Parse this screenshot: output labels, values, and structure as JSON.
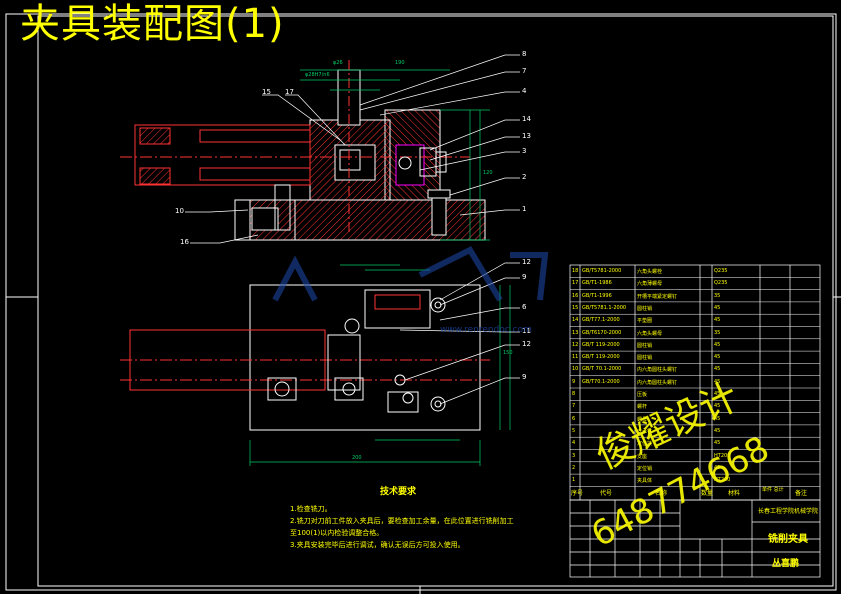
{
  "title": "夹具装配图(1)",
  "technical_requirements": {
    "heading": "技术要求",
    "notes": [
      "1.检查铣刀。",
      "2.铣刀对刀前工件放入夹具后，要检查加工余量，在此位置进行铣削加工",
      "至100(1)以内检验调整合格。",
      "3.夹具安装完毕后进行调试，确认无误后方可投入使用。"
    ]
  },
  "callouts": [
    "8",
    "7",
    "4",
    "14",
    "13",
    "3",
    "2",
    "1",
    "15",
    "17",
    "10",
    "16",
    "12",
    "9",
    "6",
    "11",
    "12",
    "9"
  ],
  "dimensions": [
    "φ28H7/n6",
    "φ26",
    "190",
    "120",
    "200",
    "150"
  ],
  "parts_table": {
    "rows": [
      [
        "18",
        "GB/T5781-2000",
        "六角头螺栓",
        "",
        "Q235",
        ""
      ],
      [
        "17",
        "GB/T1-1986",
        "六角薄螺母",
        "",
        "Q235",
        ""
      ],
      [
        "16",
        "GB/T1-1996",
        "开槽平端紧定螺钉",
        "",
        "35",
        ""
      ],
      [
        "15",
        "GB/T5781.1-2000",
        "圆柱销",
        "",
        "45",
        ""
      ],
      [
        "14",
        "GB/T77.1-2000",
        "平垫圈",
        "",
        "45",
        ""
      ],
      [
        "13",
        "GB/T6170-2000",
        "六角头螺母",
        "",
        "35",
        ""
      ],
      [
        "12",
        "GB/T 119-2000",
        "圆柱销",
        "",
        "45",
        ""
      ],
      [
        "11",
        "GB/T 119-2000",
        "圆柱销",
        "",
        "45",
        ""
      ],
      [
        "10",
        "GB/T 70.1-2000",
        "内六角圆柱头螺钉",
        "",
        "45",
        ""
      ],
      [
        "9",
        "GB/T70.1-2000",
        "内六角圆柱头螺钉",
        "",
        "45",
        ""
      ],
      [
        "8",
        "",
        "压板",
        "",
        "45",
        ""
      ],
      [
        "7",
        "",
        "螺杆",
        "",
        "45",
        ""
      ],
      [
        "6",
        "",
        "螺母",
        "",
        "45",
        ""
      ],
      [
        "5",
        "",
        "支承钉",
        "",
        "45",
        ""
      ],
      [
        "4",
        "",
        "定位块",
        "",
        "45",
        ""
      ],
      [
        "3",
        "",
        "支座",
        "",
        "HT200",
        ""
      ],
      [
        "2",
        "",
        "定位销",
        "",
        "45",
        ""
      ],
      [
        "1",
        "",
        "夹具体",
        "",
        "HT200",
        ""
      ]
    ],
    "header": [
      "序号",
      "代号",
      "名称",
      "数量",
      "材料",
      "单件 总计",
      "备注"
    ]
  },
  "title_block": {
    "school": "长春工程学院机械学院",
    "drawing_name": "铣削夹具",
    "designer": "丛喜鹏"
  },
  "watermark": {
    "logo": "人人文库",
    "url": "www.renrendoc.com",
    "seal": "俊耀设计",
    "phone": "648774668"
  },
  "colors": {
    "background": "#000000",
    "frame": "#ffffff",
    "outline": "#ffffff",
    "hatch": "#ff3333",
    "center": "#ff3333",
    "dimension": "#00cc66",
    "leader": "#ffffff",
    "highlight": "#ff00ff",
    "text": "#ffff00",
    "watermark": "#1e4cb0"
  }
}
